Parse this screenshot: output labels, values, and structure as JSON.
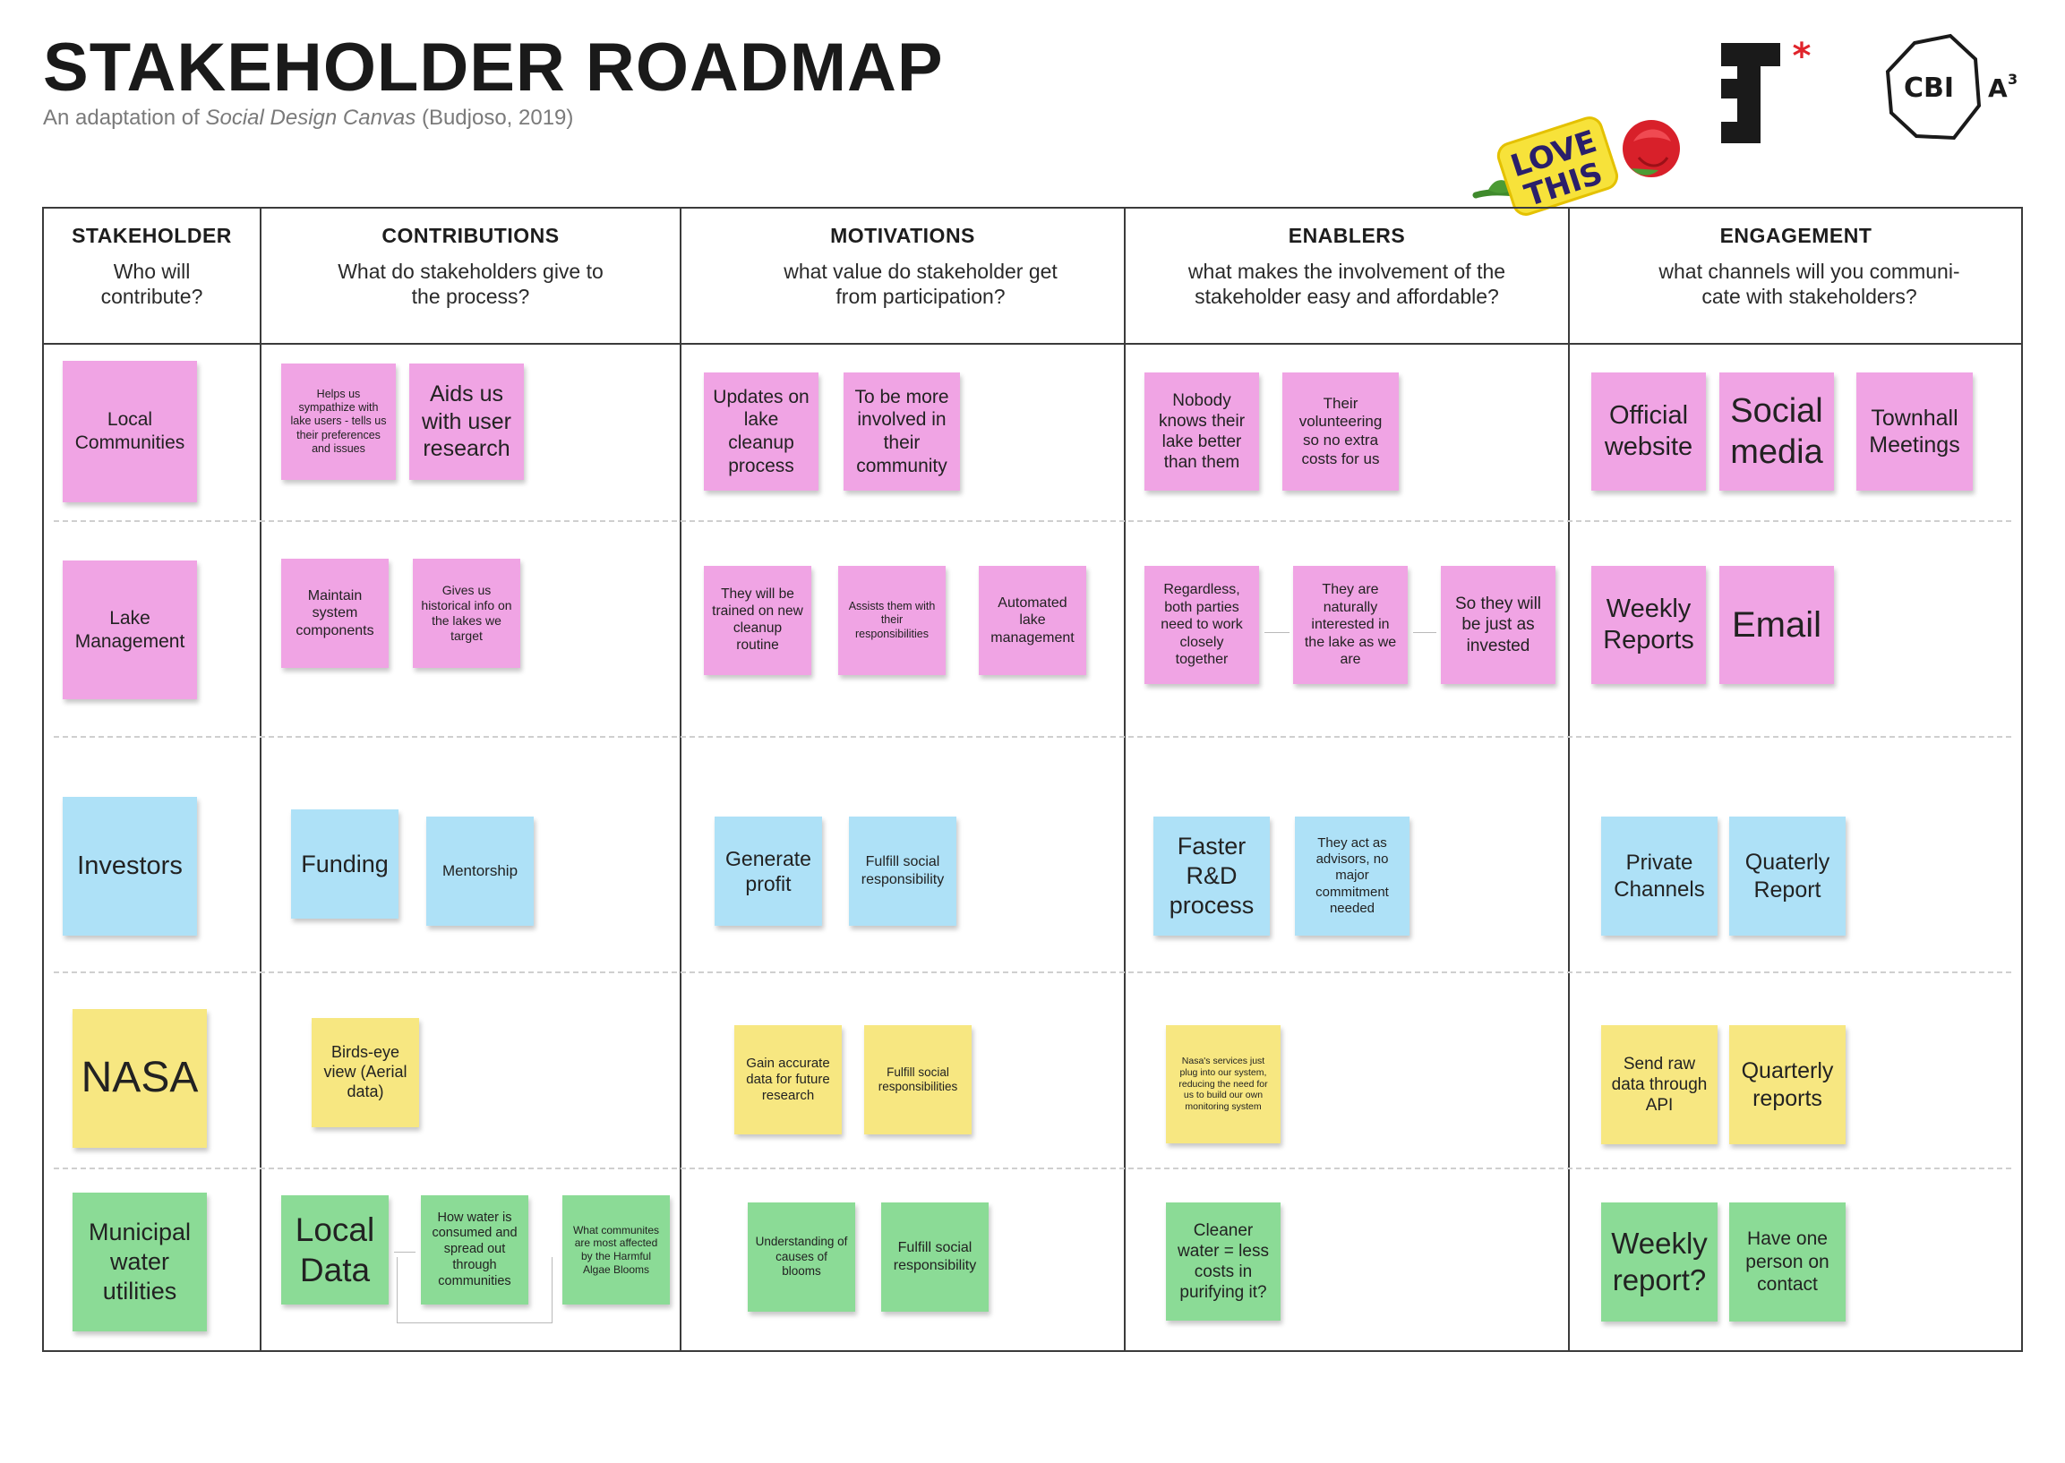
{
  "header": {
    "title": "STAKEHOLDER ROADMAP",
    "subtitle_prefix": "An adaptation of ",
    "subtitle_italic": "Social Design Canvas",
    "subtitle_suffix": " (Budjoso, 2019)"
  },
  "logos": {
    "sticker_line1": "LOVE",
    "sticker_line2": "THIS",
    "cbi": "CBI",
    "a3": "A",
    "a3_sup": "3"
  },
  "columns": [
    {
      "heading": "STAKEHOLDER",
      "question": "Who will contribute?"
    },
    {
      "heading": "CONTRIBUTIONS",
      "question": "What do stakeholders give to the process?"
    },
    {
      "heading": "MOTIVATIONS",
      "question": "what value do stakeholder get from participation?"
    },
    {
      "heading": "ENABLERS",
      "question": "what makes the involvement of the stakeholder easy and affordable?"
    },
    {
      "heading": "ENGAGEMENT",
      "question": "what channels will you communi-cate with stakeholders?"
    }
  ],
  "colors": {
    "pink": "#f0a4e4",
    "blue": "#aee1f7",
    "yellow": "#f7e781",
    "green": "#8bdb96",
    "accent_red": "#e0242b"
  },
  "rows": {
    "local_communities": {
      "stakeholder": "Local Communities",
      "contributions": [
        "Helps us sympathize with lake users - tells us their preferences and issues",
        "Aids us with user research"
      ],
      "motivations": [
        "Updates on lake cleanup process",
        "To be more involved in their community"
      ],
      "enablers": [
        "Nobody knows their lake better than them",
        "Their volunteering so no extra costs for us"
      ],
      "engagement": [
        "Official website",
        "Social media",
        "Townhall Meetings"
      ]
    },
    "lake_management": {
      "stakeholder": "Lake Management",
      "contributions": [
        "Maintain system components",
        "Gives us historical info on the lakes we target"
      ],
      "motivations": [
        "They will be trained on new cleanup routine",
        "Assists them with their responsibilities",
        "Automated lake management"
      ],
      "enablers": [
        "Regardless, both parties need to work closely together",
        "They are naturally interested in the lake as we are",
        "So they will be just as invested"
      ],
      "engagement": [
        "Weekly Reports",
        "Email"
      ]
    },
    "investors": {
      "stakeholder": "Investors",
      "contributions": [
        "Funding",
        "Mentorship"
      ],
      "motivations": [
        "Generate profit",
        "Fulfill social responsibility"
      ],
      "enablers": [
        "Faster R&D process",
        "They act as advisors, no major commitment needed"
      ],
      "engagement": [
        "Private Channels",
        "Quaterly Report"
      ]
    },
    "nasa": {
      "stakeholder": "NASA",
      "contributions": [
        "Birds-eye view (Aerial data)"
      ],
      "motivations": [
        "Gain accurate data for future research",
        "Fulfill social responsibilities"
      ],
      "enablers": [
        "Nasa's services just plug into our system, reducing the need for us to build our own monitoring system"
      ],
      "engagement": [
        "Send raw data through API",
        "Quarterly reports"
      ]
    },
    "municipal": {
      "stakeholder": "Municipal water utilities",
      "contributions": [
        "Local Data",
        "How water is consumed and spread out through communities",
        "What communites are most affected by the Harmful Algae Blooms"
      ],
      "motivations": [
        "Understanding of causes of blooms",
        "Fulfill social responsibility"
      ],
      "enablers": [
        "Cleaner water = less costs in purifying it?"
      ],
      "engagement": [
        "Weekly report?",
        "Have one person on contact"
      ]
    }
  }
}
